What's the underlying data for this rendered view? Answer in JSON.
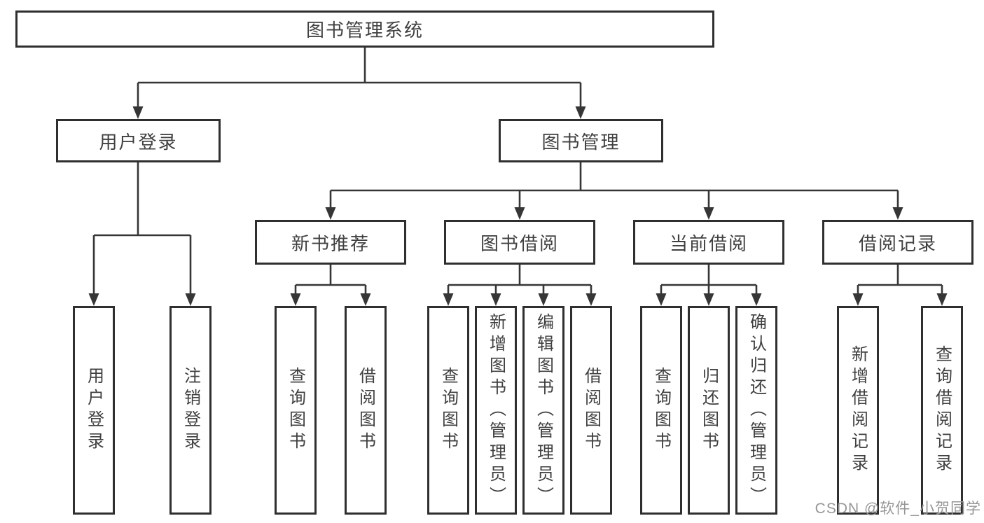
{
  "nodes": {
    "root": "图书管理系统",
    "user_login": "用户登录",
    "book_management": "图书管理",
    "new_book_recommend": "新书推荐",
    "book_borrow": "图书借阅",
    "current_borrow": "当前借阅",
    "borrow_records": "借阅记录",
    "leaves": {
      "user_login_children": [
        "用户登录",
        "注销登录"
      ],
      "new_book_children": [
        "查询图书",
        "借阅图书"
      ],
      "book_borrow_children": [
        "查询图书",
        "新增图书（管理员）",
        "编辑图书（管理员）",
        "借阅图书"
      ],
      "current_borrow_children": [
        "查询图书",
        "归还图书",
        "确认归还（管理员）"
      ],
      "borrow_records_children": [
        "新增借阅记录",
        "查询借阅记录"
      ]
    }
  },
  "watermark": "CSDN @软件_小贺同学",
  "colors": {
    "line": "#363636",
    "border": "#2f2f2f",
    "text": "#404040",
    "watermark": "#969696",
    "background": "#ffffff"
  }
}
